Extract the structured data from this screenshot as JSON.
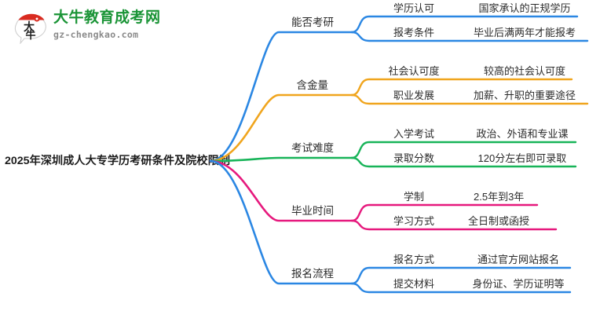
{
  "logo": {
    "mark_icon": "speech-bubble-daniu-logo",
    "title": "大牛教育成考网",
    "domain": "gz-chengkao.com",
    "brand_green": "#1a9436",
    "brand_red": "#d92b20"
  },
  "mindmap": {
    "center_topic": "2025年深圳成人大专学历考研条件及院校限制",
    "branches": [
      {
        "label": "能否考研",
        "color": "#2b87e3",
        "children": [
          {
            "label": "学历认可",
            "value": "国家承认的正规学历"
          },
          {
            "label": "报考条件",
            "value": "毕业后满两年才能报考"
          }
        ]
      },
      {
        "label": "含金量",
        "color": "#f0a51e",
        "children": [
          {
            "label": "社会认可度",
            "value": "较高的社会认可度"
          },
          {
            "label": "职业发展",
            "value": "加薪、升职的重要途径"
          }
        ]
      },
      {
        "label": "考试难度",
        "color": "#18b459",
        "children": [
          {
            "label": "入学考试",
            "value": "政治、外语和专业课"
          },
          {
            "label": "录取分数",
            "value": "120分左右即可录取"
          }
        ]
      },
      {
        "label": "毕业时间",
        "color": "#e6197d",
        "children": [
          {
            "label": "学制",
            "value": "2.5年到3年"
          },
          {
            "label": "学习方式",
            "value": "全日制或函授"
          }
        ]
      },
      {
        "label": "报名流程",
        "color": "#2b87e3",
        "children": [
          {
            "label": "报名方式",
            "value": "通过官方网站报名"
          },
          {
            "label": "提交材料",
            "value": "身份证、学历证明等"
          }
        ]
      }
    ]
  }
}
